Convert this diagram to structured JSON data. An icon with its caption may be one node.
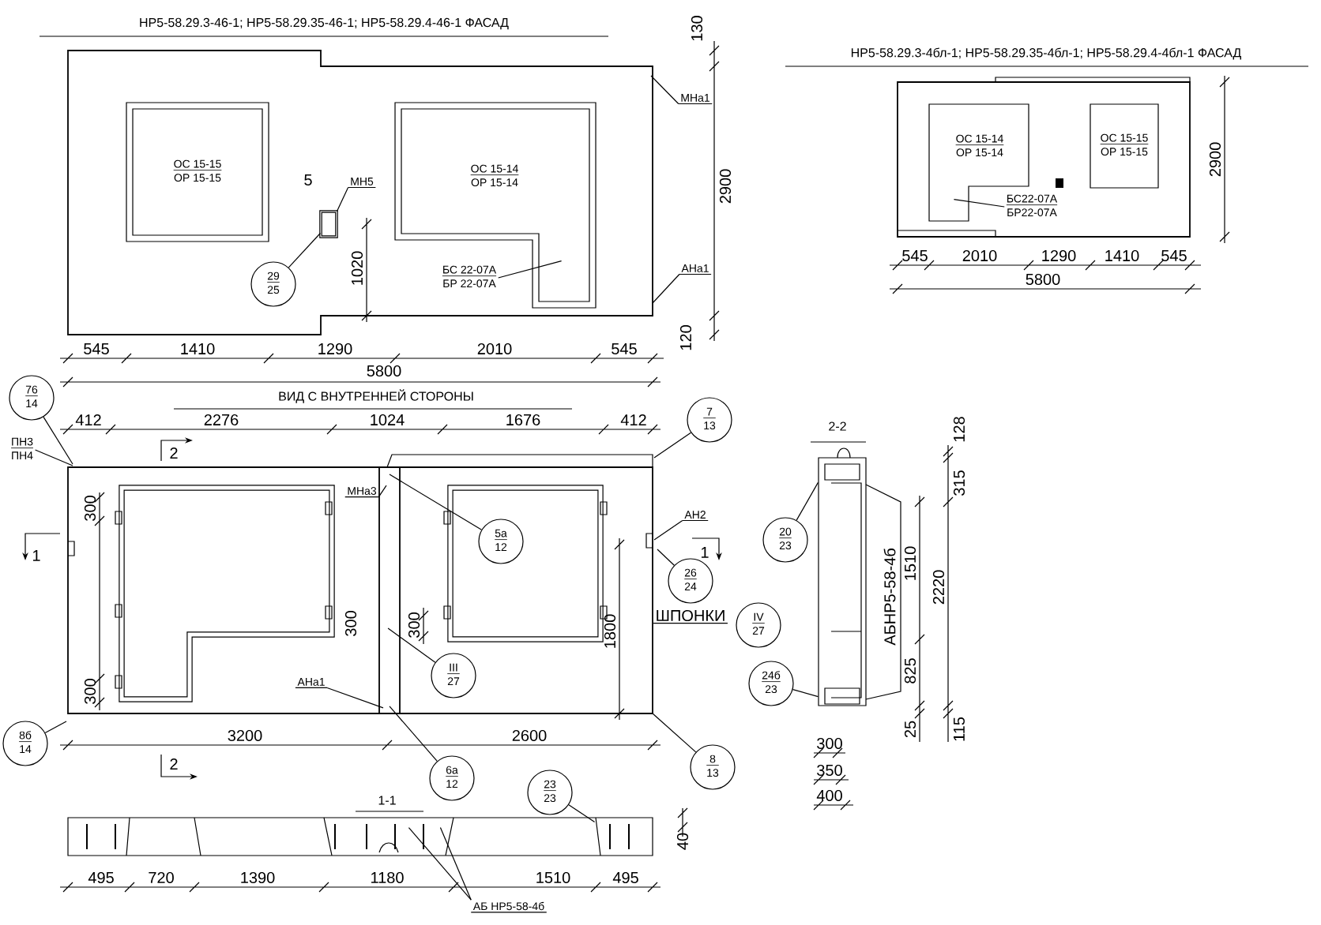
{
  "diagram": {
    "nodes": [
      {
        "text": [
          "ОС 15-15",
          "ОР 15-15"
        ]
      },
      {
        "text": [
          "ОС 15-14",
          "ОР 15-14"
        ]
      },
      {
        "text": [
          "МН5"
        ]
      },
      {
        "text": [],
        "shape": "box"
      },
      {
        "text": [
          "29",
          "25"
        ]
      },
      {
        "text": [
          "БС 22-07А",
          "БР 22-07А"
        ]
      },
      {
        "text": [
          "МНа1"
        ]
      },
      {
        "text": [
          "АНа1"
        ]
      },
      {
        "text": [
          "ОС 15-14",
          "ОР 15-14"
        ]
      },
      {
        "text": [
          "ОС 15-15",
          "ОР 15-15"
        ]
      },
      {
        "text": [
          "БС22-07А",
          "БР22-07А"
        ]
      },
      {
        "text": [
          "76",
          "14"
        ]
      },
      {
        "text": [
          "7",
          "13"
        ]
      },
      {
        "text": [
          "5а",
          "12"
        ]
      },
      {
        "text": [
          "26",
          "24"
        ]
      },
      {
        "text": [
          "III",
          "27"
        ]
      },
      {
        "text": [
          "IV",
          "27"
        ]
      },
      {
        "text": [
          "8б",
          "14"
        ]
      },
      {
        "text": [
          "6а",
          "12"
        ]
      },
      {
        "text": [
          "8",
          "13"
        ]
      },
      {
        "text": [
          "20",
          "23"
        ]
      },
      {
        "text": [
          "24б",
          "23"
        ]
      },
      {
        "text": [
          "23",
          "23"
        ]
      },
      {
        "text": [
          "АБ НР5-58-4б"
        ]
      },
      {
        "text": [
          "ПН3",
          "ПН4"
        ]
      },
      {
        "text": [
          "МНа3"
        ]
      },
      {
        "text": [
          "АН2"
        ]
      },
      {
        "text": [
          "АНа1"
        ]
      },
      {
        "text": [],
        "shape": "bar"
      },
      {
        "text": [],
        "shape": "box"
      },
      {
        "text": [],
        "shape": "box"
      }
    ],
    "edges": [
      {
        "from": 2,
        "to": 3,
        "arrow": "none"
      },
      {
        "from": 4,
        "to": 3,
        "arrow": "none"
      },
      {
        "from": 5,
        "to": 1,
        "arrow": "none"
      },
      {
        "from": 6,
        "to": null,
        "arrow": "none"
      },
      {
        "from": 7,
        "to": null,
        "arrow": "none"
      },
      {
        "from": 10,
        "to": 8,
        "arrow": "none"
      },
      {
        "from": 11,
        "to": null,
        "arrow": "none"
      },
      {
        "from": 12,
        "to": null,
        "arrow": "none"
      },
      {
        "from": 13,
        "to": 28,
        "arrow": "none"
      },
      {
        "from": 14,
        "to": null,
        "arrow": "none"
      },
      {
        "from": 15,
        "to": 28,
        "arrow": "none"
      },
      {
        "from": 17,
        "to": null,
        "arrow": "none"
      },
      {
        "from": 18,
        "to": 28,
        "arrow": "none"
      },
      {
        "from": 19,
        "to": null,
        "arrow": "none"
      },
      {
        "from": 20,
        "to": 29,
        "arrow": "none"
      },
      {
        "from": 21,
        "to": 29,
        "arrow": "none"
      },
      {
        "from": 22,
        "to": 30,
        "arrow": "none"
      },
      {
        "from": 23,
        "to": 30,
        "arrow": "none"
      },
      {
        "from": 23,
        "to": 30,
        "arrow": "none"
      },
      {
        "from": 24,
        "to": null,
        "arrow": "none"
      },
      {
        "from": 25,
        "to": 28,
        "arrow": "none"
      },
      {
        "from": 26,
        "to": null,
        "arrow": "none"
      },
      {
        "from": 27,
        "to": 28,
        "arrow": "none"
      }
    ],
    "labels": [
      "НР5-58.29.3-46-1; НР5-58.29.35-46-1; НР5-58.29.4-46-1 ФАСАД",
      "130",
      "2900",
      "5",
      "1020",
      "545",
      "1410",
      "1290",
      "2010",
      "545",
      "5800",
      "120",
      "НР5-58.29.3-4бл-1; НР5-58.29.35-4бл-1; НР5-58.29.4-4бл-1 ФАСАД",
      "2900",
      "545",
      "2010",
      "1290",
      "1410",
      "545",
      "5800",
      "ВИД С ВНУТРЕННЕЙ СТОРОНЫ",
      "412",
      "2276",
      "1024",
      "1676",
      "412",
      "2",
      "1",
      "300",
      "300",
      "300",
      "300",
      "1",
      "ШПОНКИ",
      "1800",
      "3200",
      "2600",
      "2",
      "2-2",
      "128",
      "315",
      "АБНР5-58-4б",
      "1510",
      "2220",
      "825",
      "25",
      "115",
      "300",
      "350",
      "1-1",
      "400",
      "495",
      "720",
      "1390",
      "1180",
      "1510",
      "495",
      "40"
    ]
  }
}
